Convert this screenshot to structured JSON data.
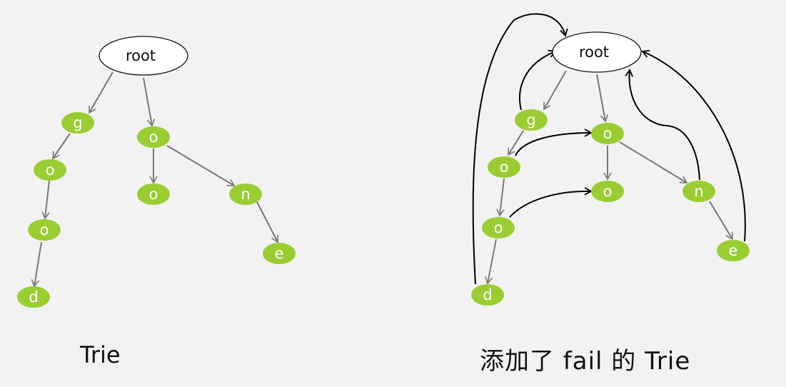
{
  "colors": {
    "background": "#f2f2f2",
    "node_fill": "#9acd32",
    "tree_edge": "#777777",
    "fail_edge": "#000000",
    "root_fill": "#ffffff"
  },
  "left_tree": {
    "caption": "Trie",
    "root": "root",
    "nodes": [
      {
        "id": "g",
        "label": "g"
      },
      {
        "id": "o1",
        "label": "o"
      },
      {
        "id": "o2",
        "label": "o"
      },
      {
        "id": "d",
        "label": "d"
      },
      {
        "id": "o3",
        "label": "o"
      },
      {
        "id": "o4",
        "label": "o"
      },
      {
        "id": "n",
        "label": "n"
      },
      {
        "id": "e",
        "label": "e"
      }
    ],
    "edges": [
      [
        "root",
        "g"
      ],
      [
        "g",
        "o1"
      ],
      [
        "o1",
        "o2"
      ],
      [
        "o2",
        "d"
      ],
      [
        "root",
        "o3"
      ],
      [
        "o3",
        "o4"
      ],
      [
        "o3",
        "n"
      ],
      [
        "n",
        "e"
      ]
    ]
  },
  "right_tree": {
    "caption": "添加了 fail 的 Trie",
    "root": "root",
    "nodes": [
      {
        "id": "g",
        "label": "g"
      },
      {
        "id": "o1",
        "label": "o"
      },
      {
        "id": "o2",
        "label": "o"
      },
      {
        "id": "d",
        "label": "d"
      },
      {
        "id": "o3",
        "label": "o"
      },
      {
        "id": "o4",
        "label": "o"
      },
      {
        "id": "n",
        "label": "n"
      },
      {
        "id": "e",
        "label": "e"
      }
    ],
    "edges": [
      [
        "root",
        "g"
      ],
      [
        "g",
        "o1"
      ],
      [
        "o1",
        "o2"
      ],
      [
        "o2",
        "d"
      ],
      [
        "root",
        "o3"
      ],
      [
        "o3",
        "o4"
      ],
      [
        "o3",
        "n"
      ],
      [
        "n",
        "e"
      ]
    ],
    "fail_edges": [
      [
        "g",
        "root"
      ],
      [
        "o1",
        "o3"
      ],
      [
        "o2",
        "o4"
      ],
      [
        "d",
        "root"
      ],
      [
        "n",
        "root"
      ],
      [
        "e",
        "root"
      ]
    ]
  }
}
